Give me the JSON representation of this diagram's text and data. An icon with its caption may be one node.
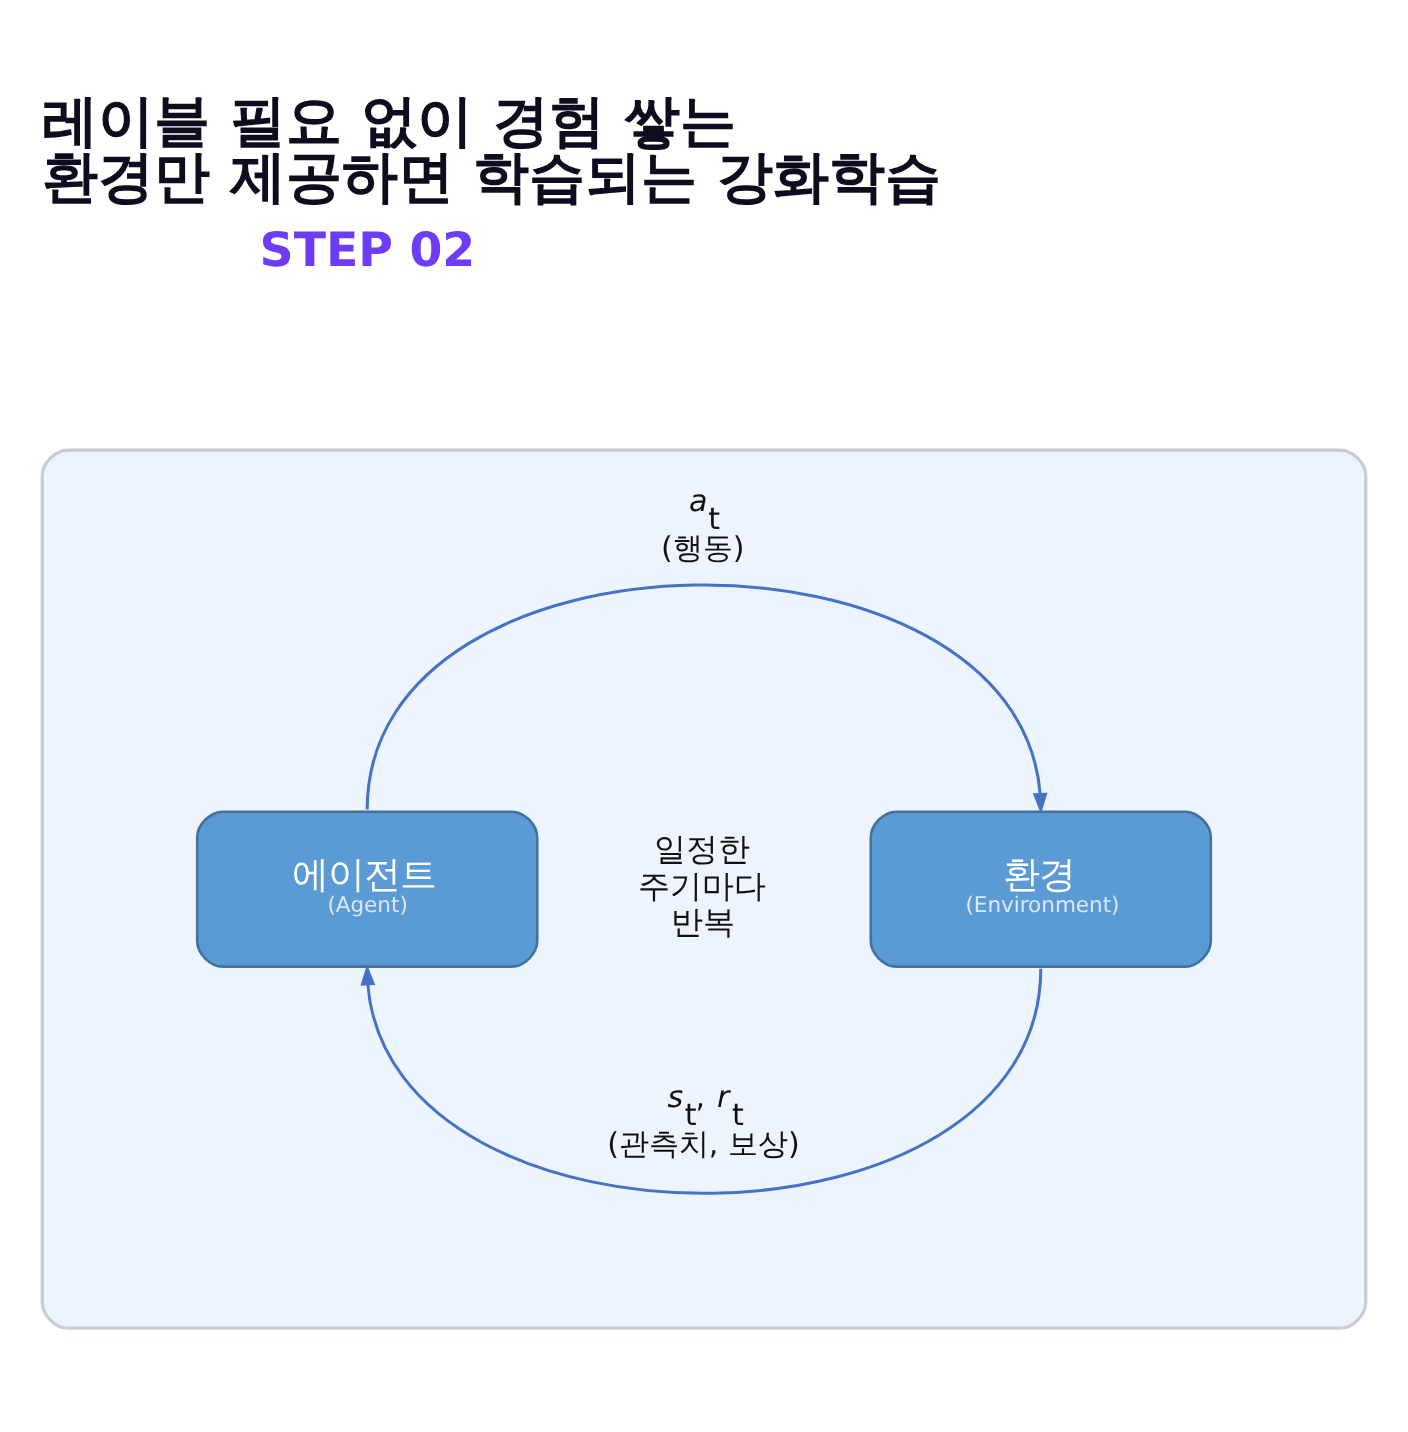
{
  "diagram": {
    "title": "레이블 필요 없이 경험 쌓는 환경만 제공하면 학습되는 강화학습",
    "nodes": [
      {
        "text": [],
        "shape": "box"
      },
      {
        "text": [
          "에이전트",
          "(Agent)"
        ],
        "in": 0
      },
      {
        "text": [
          "환경",
          "(Environment)"
        ],
        "in": 0
      }
    ],
    "edges": [
      {
        "from": 1,
        "to": 2,
        "arrow": "to",
        "label": "*a*$_{t}$ (행동)"
      },
      {
        "from": 2,
        "to": 1,
        "arrow": "to",
        "label": "*s*$_{t}$, *r*$_{t}$ (관측치, 보상)"
      }
    ],
    "labels": [
      "STEP 02",
      "일정한 주기마다 반복"
    ]
  }
}
